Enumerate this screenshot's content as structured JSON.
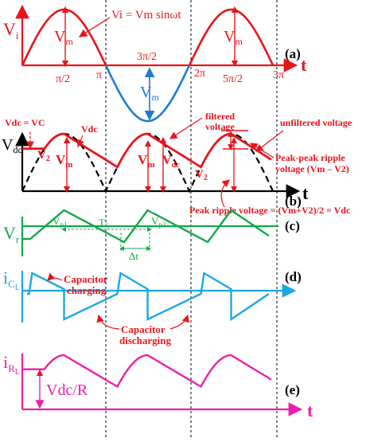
{
  "colors": {
    "red": "#e8141c",
    "blue": "#1f7bd1",
    "black": "#000000",
    "green": "#13a84a",
    "cyan": "#1aa7e6",
    "magenta": "#ec20a8"
  },
  "panel_a": {
    "y_axis": "V",
    "y_axis_sub": "i",
    "x_axis": "t",
    "tag": "(a)",
    "equation": "Vi = Vm sinωt",
    "vm_left": "V",
    "vm_left_sub": "m",
    "vm_right": "V",
    "vm_right_sub": "m",
    "vm_blue": "V",
    "vm_blue_sub": "m",
    "ticks": [
      "π/2",
      "π",
      "3π/2",
      "2π",
      "5π/2",
      "3π"
    ]
  },
  "panel_b": {
    "y_axis": "V",
    "y_axis_sub": "dc",
    "x_axis": "t",
    "tag": "(b)",
    "vdc_eq_vc": "Vdc = VC",
    "vdc_top": "Vdc",
    "v2_left": "V",
    "v2_left_sub": "2",
    "vm_left": "V",
    "vm_left_sub": "m",
    "vm_mid": "V",
    "vm_mid_sub": "m",
    "vdc_mid": "V",
    "vdc_mid_sub": "dc",
    "v2_right": "V",
    "v2_right_sub": "2",
    "filtered": [
      "filtered",
      "voltage"
    ],
    "unfiltered": "unfiltered voltage",
    "ripple_pp": [
      "Peak-peak ripple",
      "voltage (Vm – V2)"
    ],
    "ripple_peak": "Peak ripple voltage = (Vm+V2)/2 = Vdc"
  },
  "panel_c": {
    "y_axis": "V",
    "y_axis_sub": "r",
    "tag": "(c)",
    "vp1": "V",
    "vp1_sub": "p1",
    "vp2": "V",
    "vp2_sub": "p2",
    "ts": "T",
    "ts_sub": "S",
    "dt": "Δt"
  },
  "panel_d": {
    "y_axis": "i",
    "y_axis_sub": "C",
    "y_axis_subsub": "L",
    "tag": "(d)",
    "charging": [
      "Capacitor",
      "charging"
    ],
    "discharging": [
      "Capacitor",
      "discharging"
    ]
  },
  "panel_e": {
    "y_axis": "i",
    "y_axis_sub": "R",
    "y_axis_subsub": "L",
    "x_axis": "t",
    "tag": "(e)",
    "vdc_r": "Vdc/R"
  }
}
